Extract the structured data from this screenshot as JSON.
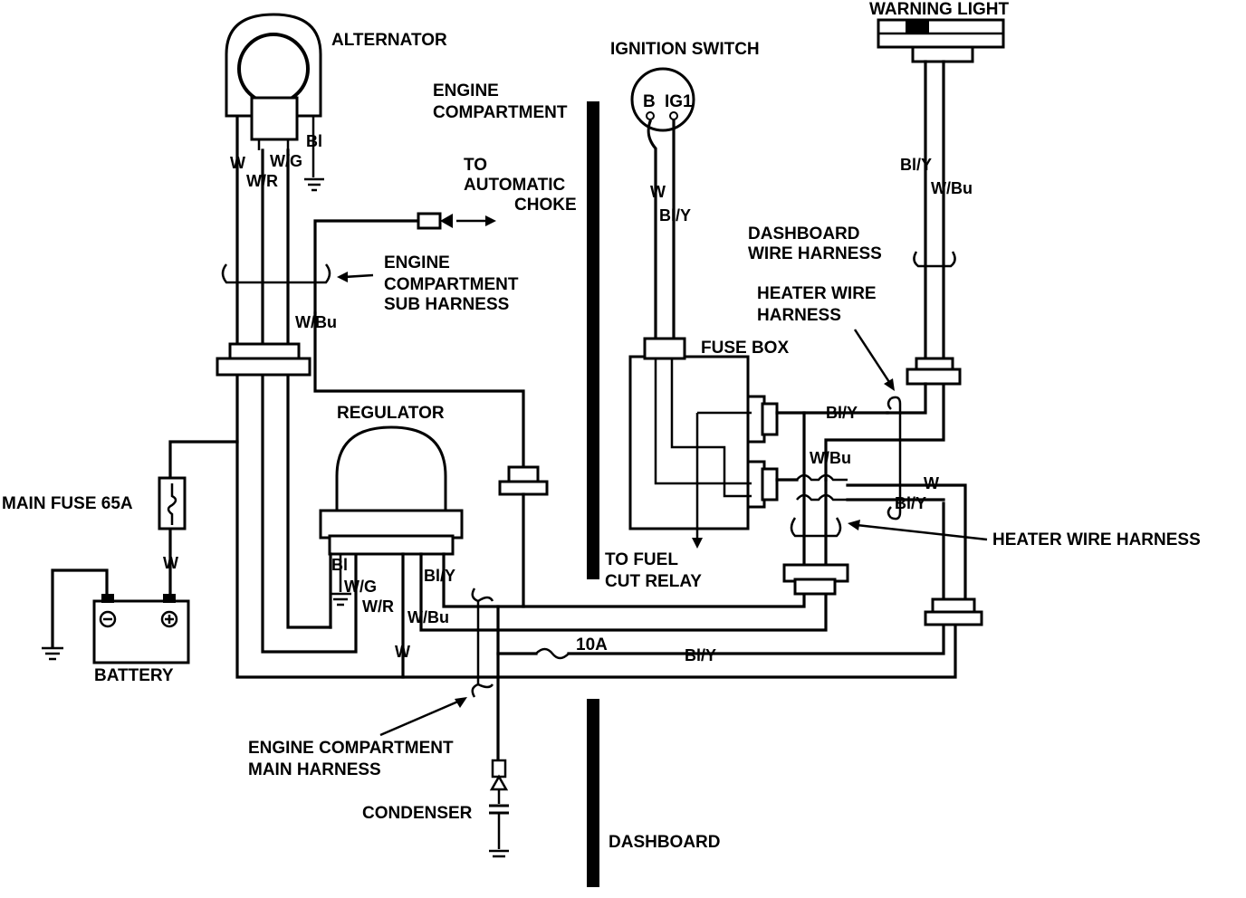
{
  "labels": {
    "alternator": "ALTERNATOR",
    "regulator": "REGULATOR",
    "battery": "BATTERY",
    "main_fuse": "MAIN FUSE 65A",
    "ignition_switch": "IGNITION SWITCH",
    "ignition_b": "B",
    "ignition_ig1": "IG1",
    "warning_light": "WARNING LIGHT",
    "fuse_box": "FUSE BOX",
    "engine_compartment_1": "ENGINE",
    "engine_compartment_2": "COMPARTMENT",
    "dashboard": "DASHBOARD",
    "to_choke_1": "TO",
    "to_choke_2": "AUTOMATIC",
    "to_choke_3": "CHOKE",
    "sub_harness_1": "ENGINE",
    "sub_harness_2": "COMPARTMENT",
    "sub_harness_3": "SUB HARNESS",
    "dash_harness_1": "DASHBOARD",
    "dash_harness_2": "WIRE HARNESS",
    "heater_harness_top_1": "HEATER WIRE",
    "heater_harness_top_2": "HARNESS",
    "heater_harness_right": "HEATER WIRE HARNESS",
    "fuel_cut_1": "TO FUEL",
    "fuel_cut_2": "CUT RELAY",
    "main_harness_1": "ENGINE COMPARTMENT",
    "main_harness_2": "MAIN HARNESS",
    "condenser": "CONDENSER",
    "fuse_10a": "10A"
  },
  "wires": {
    "w": "W",
    "wr": "W/R",
    "wg": "W/G",
    "bl": "Bl",
    "wbu": "W/Bu",
    "bly": "Bl/Y"
  },
  "colors": {
    "ink": "#000000",
    "paper": "#ffffff"
  }
}
